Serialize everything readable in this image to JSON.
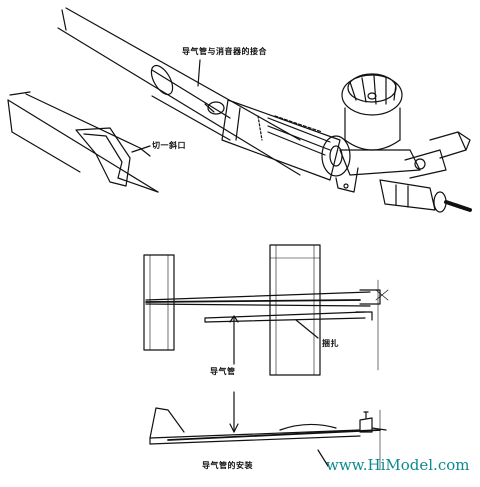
{
  "labels": {
    "exhaust_muffler_joint": "导气管与消音器的接合",
    "cut_slanted_opening": "切一斜口",
    "tie_wire": "捆扎",
    "exhaust_tube": "导气管",
    "exhaust_tube_installation": "导气管的安装"
  },
  "watermark": "www.HiModel.com",
  "colors": {
    "ink": "#111111",
    "watermark": "#0a8a8f"
  }
}
